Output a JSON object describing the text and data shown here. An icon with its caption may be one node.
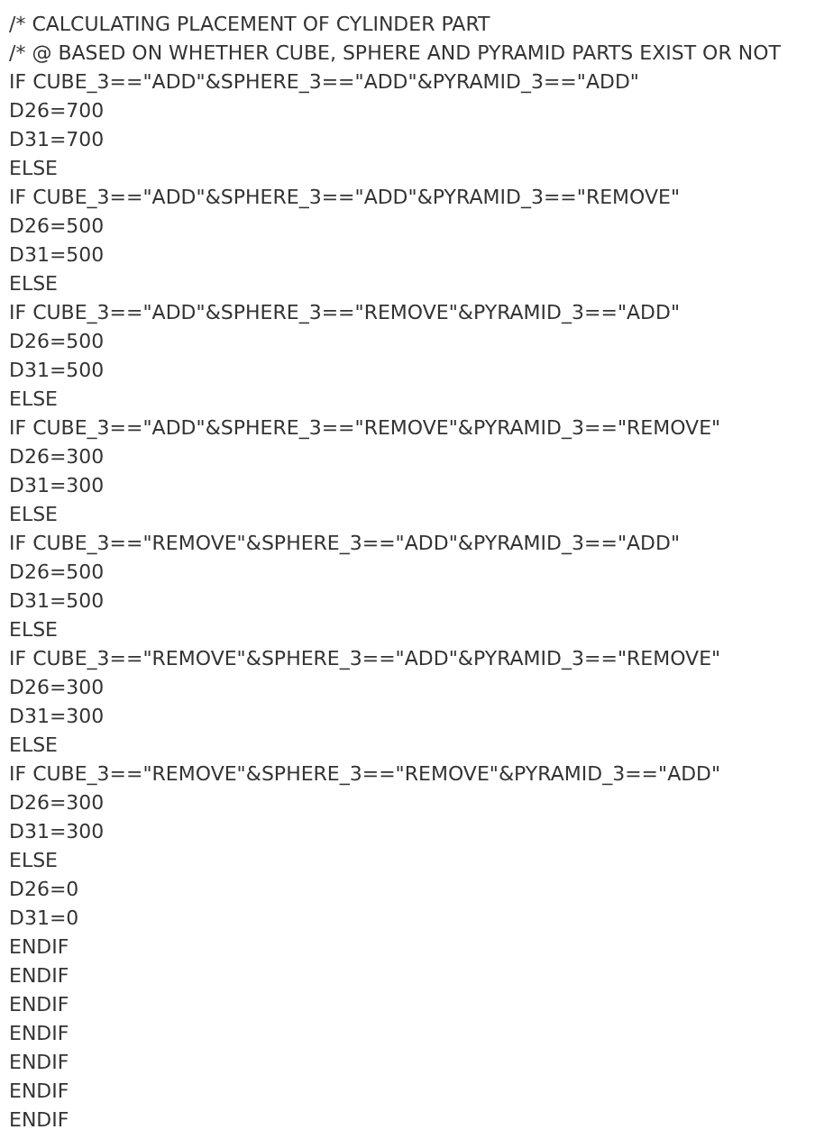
{
  "diagram": {
    "labels": [
      "/* CALCULATING PLACEMENT OF CYLINDER PART",
      "/* @ BASED ON WHETHER CUBE, SPHERE AND PYRAMID PARTS EXIST OR NOT",
      "IF CUBE_3==\"ADD\"&SPHERE_3==\"ADD\"&PYRAMID_3==\"ADD\"",
      "D26=700",
      "D31=700",
      "ELSE",
      "IF CUBE_3==\"ADD\"&SPHERE_3==\"ADD\"&PYRAMID_3==\"REMOVE\"",
      "D26=500",
      "D31=500",
      "ELSE",
      "IF CUBE_3==\"ADD\"&SPHERE_3==\"REMOVE\"&PYRAMID_3==\"ADD\"",
      "D26=500",
      "D31=500",
      "ELSE",
      "IF CUBE_3==\"ADD\"&SPHERE_3==\"REMOVE\"&PYRAMID_3==\"REMOVE\"",
      "D26=300",
      "D31=300",
      "ELSE",
      "IF CUBE_3==\"REMOVE\"&SPHERE_3==\"ADD\"&PYRAMID_3==\"ADD\"",
      "D26=500",
      "D31=500",
      "ELSE",
      "IF CUBE_3==\"REMOVE\"&SPHERE_3==\"ADD\"&PYRAMID_3==\"REMOVE\"",
      "D26=300",
      "D31=300",
      "ELSE",
      "IF CUBE_3==\"REMOVE\"&SPHERE_3==\"REMOVE\"&PYRAMID_3==\"ADD\"",
      "D26=300",
      "D31=300",
      "ELSE",
      "D26=0",
      "D31=0",
      "ENDIF",
      "ENDIF",
      "ENDIF",
      "ENDIF",
      "ENDIF",
      "ENDIF",
      "ENDIF"
    ]
  }
}
